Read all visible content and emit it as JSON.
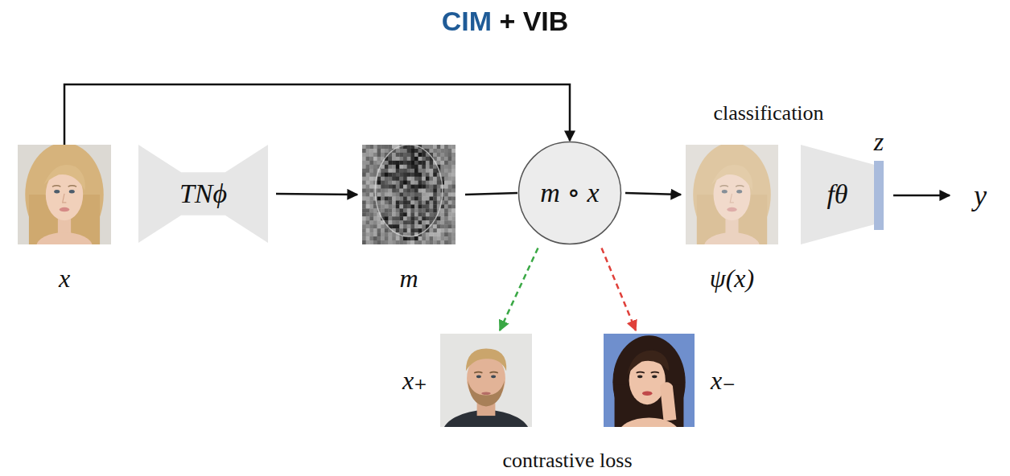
{
  "diagram": {
    "title": "CIM + VIB",
    "nodes": [
      {
        "text": [
          "x"
        ]
      },
      {
        "text": [
          "TNϕ"
        ]
      },
      {
        "text": [
          "m"
        ]
      },
      {
        "text": [
          "m ∘ x"
        ]
      },
      {
        "text": [
          "ψ(x)"
        ]
      },
      {
        "text": [
          "fθ"
        ]
      },
      {
        "text": [
          "z"
        ]
      },
      {
        "text": [
          "x₊"
        ]
      },
      {
        "text": [
          "x₋"
        ]
      }
    ],
    "edges": [
      {
        "from": 1,
        "to": 2,
        "arrow": "to"
      },
      {
        "from": 2,
        "to": 3,
        "arrow": "none"
      },
      {
        "from": 0,
        "to": 3,
        "arrow": "to"
      },
      {
        "from": 3,
        "to": 4,
        "arrow": "to"
      },
      {
        "from": 3,
        "to": 7,
        "arrow": "to"
      },
      {
        "from": 3,
        "to": 8,
        "arrow": "to"
      }
    ],
    "labels": [
      "classification",
      "y",
      "contrastive loss"
    ]
  }
}
